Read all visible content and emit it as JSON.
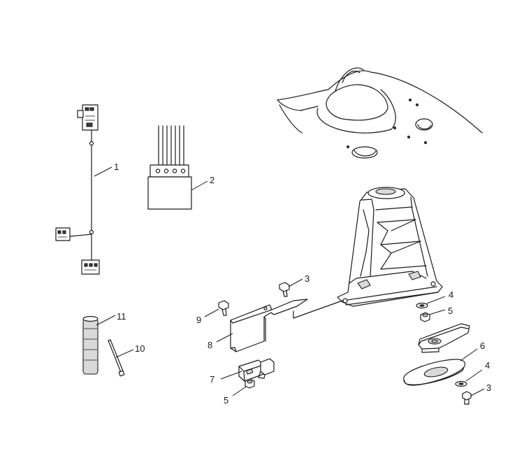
{
  "callouts": {
    "c1": "1",
    "c2": "2",
    "c3a": "3",
    "c3b": "3",
    "c4a": "4",
    "c4b": "4",
    "c5a": "5",
    "c5b": "5",
    "c6": "6",
    "c7": "7",
    "c8": "8",
    "c9": "9",
    "c10": "10",
    "c11": "11"
  }
}
